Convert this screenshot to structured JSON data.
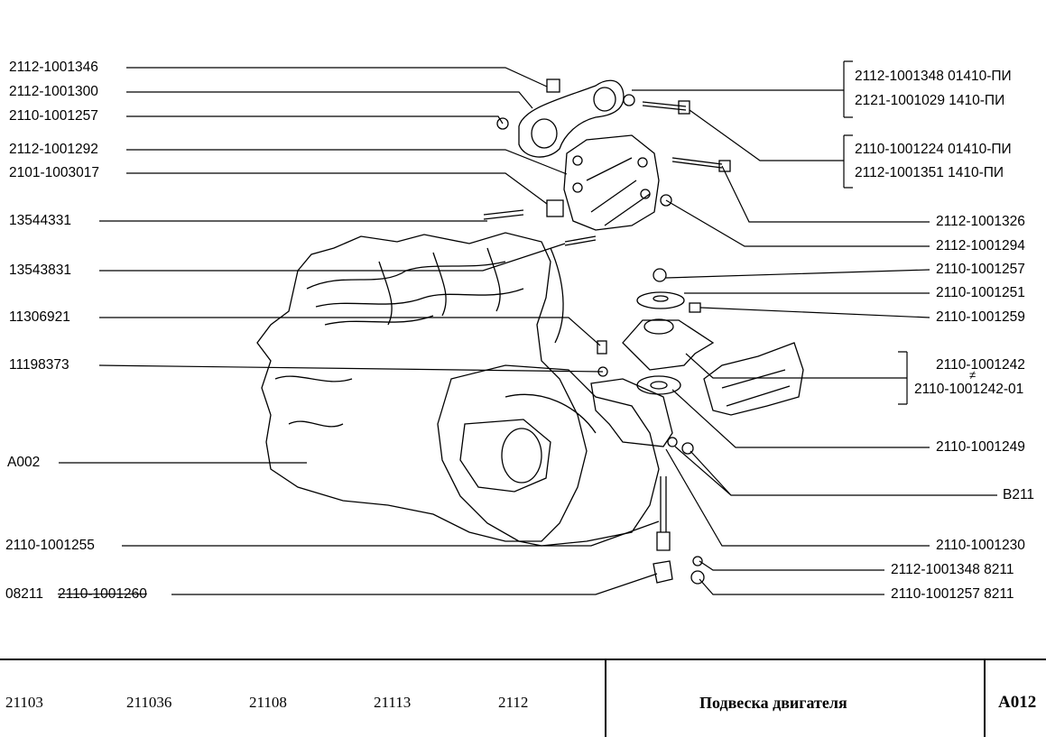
{
  "labels_left": [
    {
      "id": "l1",
      "text": "2112-1001346"
    },
    {
      "id": "l2",
      "text": "2112-1001300"
    },
    {
      "id": "l3",
      "text": "2110-1001257"
    },
    {
      "id": "l4",
      "text": "2112-1001292"
    },
    {
      "id": "l5",
      "text": "2101-1003017"
    },
    {
      "id": "l6",
      "text": "13544331"
    },
    {
      "id": "l7",
      "text": "13543831"
    },
    {
      "id": "l8",
      "text": "11306921"
    },
    {
      "id": "l9",
      "text": "11198373"
    },
    {
      "id": "l10",
      "text": "A002"
    },
    {
      "id": "l11",
      "text": "2110-1001255"
    },
    {
      "id": "l12a",
      "text": "08211"
    },
    {
      "id": "l12b",
      "text": "2110-1001260"
    }
  ],
  "labels_right": [
    {
      "id": "r1",
      "text": "2112-1001348  01410-ПИ"
    },
    {
      "id": "r2",
      "text": "2121-1001029    1410-ПИ"
    },
    {
      "id": "r3",
      "text": "2110-1001224  01410-ПИ"
    },
    {
      "id": "r4",
      "text": "2112-1001351    1410-ПИ"
    },
    {
      "id": "r5",
      "text": "2112-1001326"
    },
    {
      "id": "r6",
      "text": "2112-1001294"
    },
    {
      "id": "r7",
      "text": "2110-1001257"
    },
    {
      "id": "r8",
      "text": "2110-1001251"
    },
    {
      "id": "r9",
      "text": "2110-1001259"
    },
    {
      "id": "r10",
      "text": "2110-1001242"
    },
    {
      "id": "r10n",
      "text": "≠"
    },
    {
      "id": "r11",
      "text": "2110-1001242-01"
    },
    {
      "id": "r12",
      "text": "2110-1001249"
    },
    {
      "id": "r13",
      "text": "B211"
    },
    {
      "id": "r14",
      "text": "2110-1001230"
    },
    {
      "id": "r15",
      "text": "2112-1001348  8211"
    },
    {
      "id": "r16",
      "text": "2110-1001257  8211"
    }
  ],
  "footer": {
    "models": [
      "21103",
      "211036",
      "21108",
      "21113",
      "2112"
    ],
    "title": "Подвеска двигателя",
    "code": "A012"
  }
}
